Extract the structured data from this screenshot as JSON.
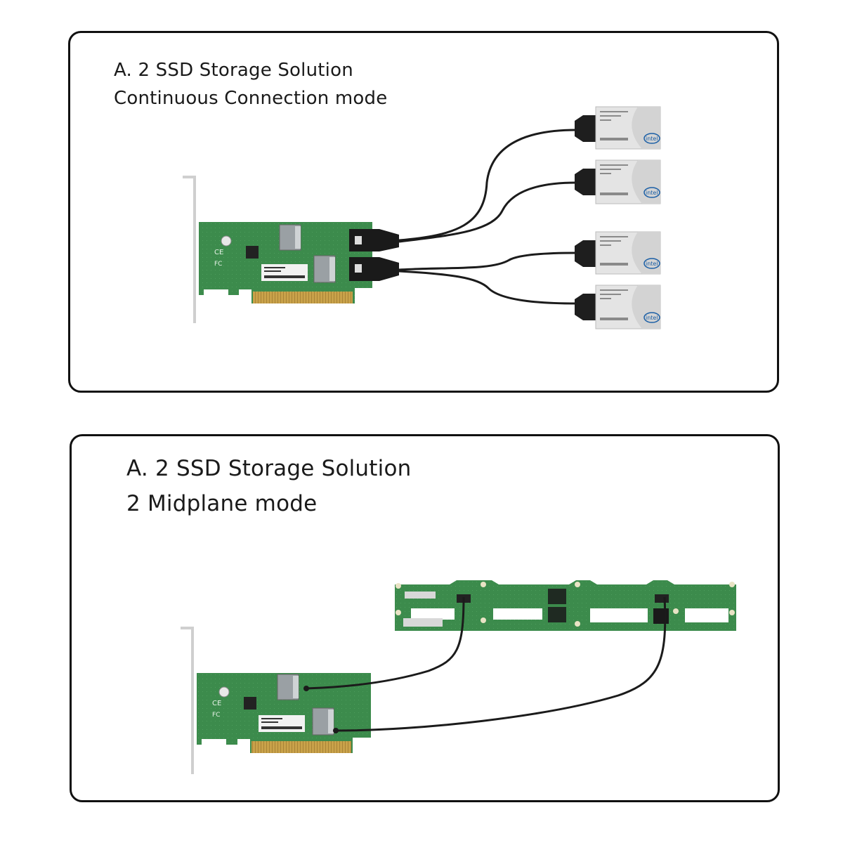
{
  "panels": [
    {
      "heading": "A. 2 SSD Storage Solution",
      "subheading": "Continuous Connection mode",
      "ssd_count": 4,
      "ssd_brand": "intel"
    },
    {
      "heading": "A. 2 SSD Storage Solution",
      "subheading": "2 Midplane mode"
    }
  ],
  "colors": {
    "border": "#111111",
    "pcb_green": "#3f8f4f",
    "pcb_dark": "#2f7a40",
    "gold_fingers": "#c9a24a",
    "cable": "#1b1b1b",
    "ssd_body": "#e4e4e4",
    "bracket": "#cfcfcf"
  }
}
